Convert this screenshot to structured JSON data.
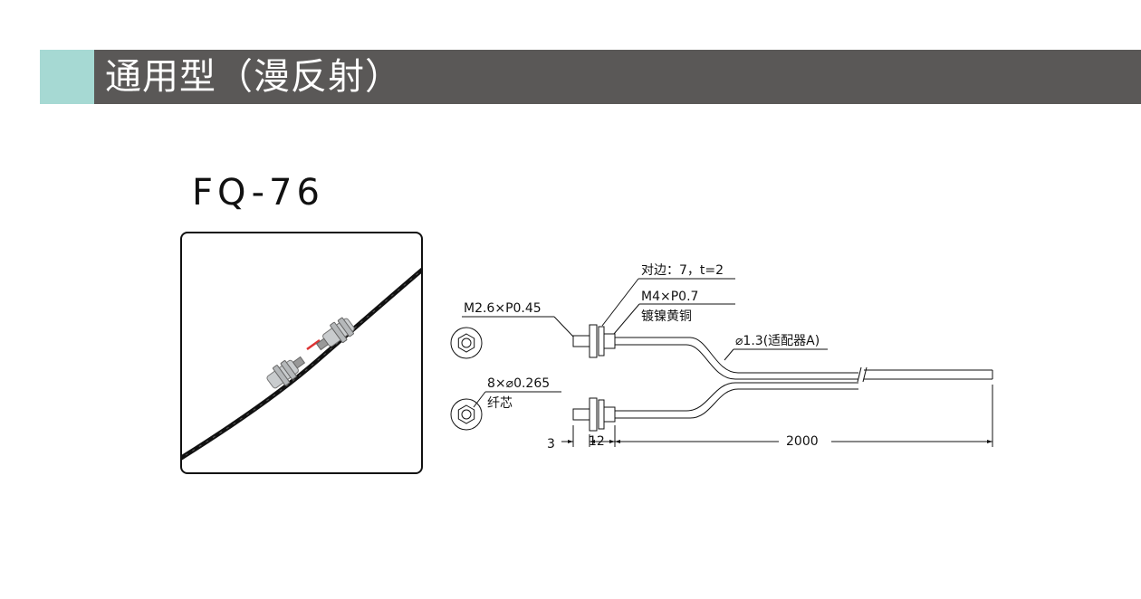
{
  "header": {
    "title": "通用型（漫反射）"
  },
  "model": {
    "name": "FQ-76"
  },
  "drawing": {
    "label_across_flats": "对边：7，t=2",
    "label_thread": "M4×P0.7",
    "label_material": "镀镍黄铜",
    "label_screw": "M2.6×P0.45",
    "label_cable": "⌀1.3(适配器A)",
    "label_cores_count": "8×⌀0.265",
    "label_cores": "纤芯",
    "dim_3": "3",
    "dim_12": "12",
    "dim_2000": "2000"
  }
}
